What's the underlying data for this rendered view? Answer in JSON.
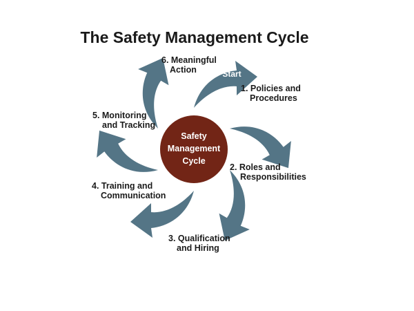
{
  "title": "The Safety Management Cycle",
  "center": [
    "Safety",
    "Management",
    "Cycle"
  ],
  "start_label": "Start",
  "steps": [
    {
      "name": "step-1-label",
      "lines": [
        "1. Policies and",
        "Procedures"
      ]
    },
    {
      "name": "step-2-label",
      "lines": [
        "2. Roles and",
        "Responsibilities"
      ]
    },
    {
      "name": "step-3-label",
      "lines": [
        "3. Qualification",
        "and Hiring"
      ]
    },
    {
      "name": "step-4-label",
      "lines": [
        "4. Training and",
        "Communication"
      ]
    },
    {
      "name": "step-5-label",
      "lines": [
        "5. Monitoring",
        "and Tracking"
      ]
    },
    {
      "name": "step-6-label",
      "lines": [
        "6. Meaningful",
        "Action"
      ]
    }
  ],
  "colors": {
    "arrow": "#547586",
    "center": "#722516",
    "text": "#1a1a1a"
  }
}
